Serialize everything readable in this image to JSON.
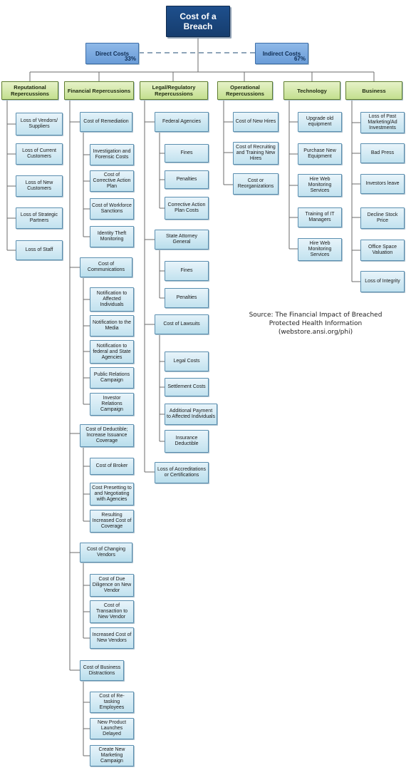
{
  "root": "Cost of a Breach",
  "direct": {
    "label": "Direct Costs",
    "pct": "33%"
  },
  "indirect": {
    "label": "Indirect Costs",
    "pct": "67%"
  },
  "categories": [
    "Reputational Repercussions",
    "Financial Repercussions",
    "Legal/Regulatory Repercussions",
    "Operational Repercussions",
    "Technology",
    "Business"
  ],
  "reputational": [
    "Loss of Vendors/ Suppliers",
    "Loss of Current Customers",
    "Loss of New Customers",
    "Loss of Strategic Partners",
    "Loss of Staff"
  ],
  "financial": {
    "remediation": {
      "label": "Cost of Remediation",
      "items": [
        "Investigation and Forensic Costs",
        "Cost of Corrective Action Plan",
        "Cost of Workforce Sanctions",
        "Identity Theft Monitoring"
      ]
    },
    "communications": {
      "label": "Cost of Communications",
      "items": [
        "Notification to Affected Individuals",
        "Notification to the Media",
        "Notification to federal and State Agencies",
        "Public Relations Campaign",
        "Investor Relations Campaign"
      ]
    },
    "deductible": {
      "label": "Cost of Deductible; Increase Issuance Coverage",
      "items": [
        "Cost of Broker",
        "Cost Presetting to and Negotiating with Agencies",
        "Resulting Increased Cost of Coverage"
      ]
    },
    "vendors": {
      "label": "Cost of Changing Vendors",
      "items": [
        "Cost of Due Diligence on New Vendor",
        "Cost of Transaction to New Vendor",
        "Increased Cost of New Vendors"
      ]
    },
    "distractions": {
      "label": "Cost of Business Distractions",
      "items": [
        "Cost of Re-tasking Employees",
        "New Product Launches Delayed",
        "Create New Marketing Campaign"
      ]
    }
  },
  "legal": {
    "federal": {
      "label": "Federal Agencies",
      "items": [
        "Fines",
        "Penalties",
        "Corrective Action Plan Costs"
      ]
    },
    "state": {
      "label": "State Attorney General",
      "items": [
        "Fines",
        "Penalties"
      ]
    },
    "lawsuits": {
      "label": "Cost of Lawsuits",
      "items": [
        "Legal Costs",
        "Settlement Costs",
        "Additional Payment to Affected Individuals",
        "Insurance Deductible"
      ]
    },
    "accreditations": "Loss of Accreditations or Certifications"
  },
  "operational": [
    "Cost of New Hires",
    "Cost of Recruiting and Training New Hires",
    "Cost or Reorganizations"
  ],
  "technology": [
    "Upgrade old equipment",
    "Purchase New Equipment",
    "Hire Web Monitoring Services",
    "Training of IT Managers",
    "Hire Web Monitoring Services"
  ],
  "business": [
    "Loss of Past Marketing/Ad Investments",
    "Bad Press",
    "Investors leave",
    "Decline Stock Price",
    "Office Space Valuation",
    "Loss of Integrity"
  ],
  "source": "Source: The Financial Impact of Breached Protected Health Information (webstore.ansi.org/phi)"
}
